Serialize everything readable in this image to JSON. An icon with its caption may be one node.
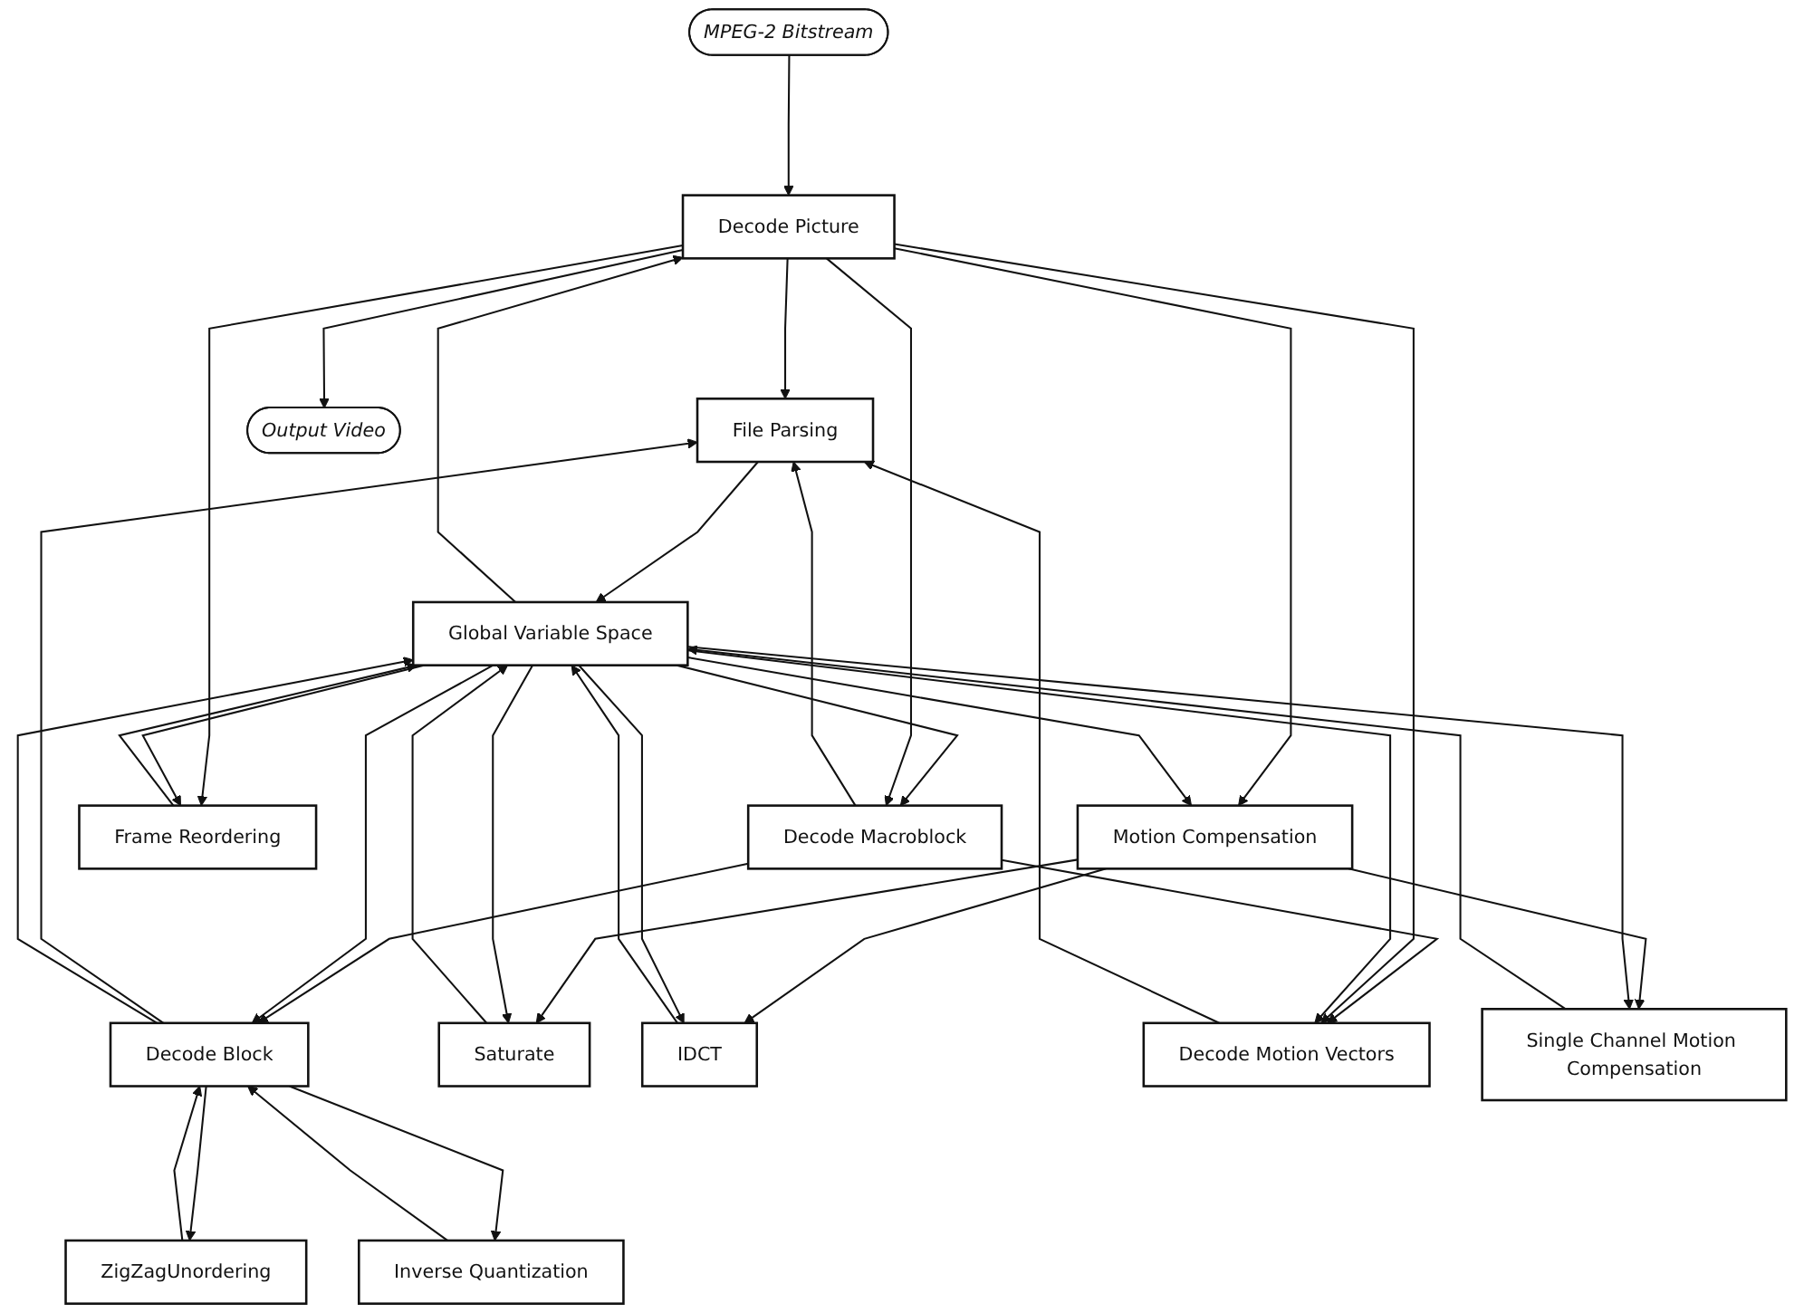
{
  "diagram": {
    "nodes": [
      {
        "text": [
          "MPEG-2 Bitstream"
        ]
      },
      {
        "text": [
          "Decode Picture"
        ]
      },
      {
        "text": [
          "File Parsing"
        ]
      },
      {
        "text": [
          "Decode Macroblock"
        ]
      },
      {
        "text": [
          "Decode Block"
        ]
      },
      {
        "text": [
          "ZigZagUnordering"
        ]
      },
      {
        "text": [
          "Inverse Quantization"
        ]
      },
      {
        "text": [
          "Global Variable Space"
        ]
      },
      {
        "text": [
          "Motion Compensation"
        ]
      },
      {
        "text": [
          "Saturate"
        ]
      },
      {
        "text": [
          "IDCT"
        ]
      },
      {
        "text": [
          "Decode Motion Vectors"
        ]
      },
      {
        "text": [
          "Single Channel Motion Compensation"
        ]
      },
      {
        "text": [
          "Frame Reordering"
        ]
      },
      {
        "text": [
          "Output Video"
        ]
      }
    ],
    "edges": [
      {
        "from": 0,
        "to": 1,
        "arrow": "to"
      },
      {
        "from": 1,
        "to": 2,
        "arrow": "to"
      },
      {
        "from": 2,
        "to": 7,
        "arrow": "to"
      },
      {
        "from": 7,
        "to": 1,
        "arrow": "to"
      },
      {
        "from": 7,
        "to": 3,
        "arrow": "to"
      },
      {
        "from": 1,
        "to": 3,
        "arrow": "to"
      },
      {
        "from": 3,
        "to": 2,
        "arrow": "to"
      },
      {
        "from": 11,
        "to": 2,
        "arrow": "to"
      },
      {
        "from": 4,
        "to": 2,
        "arrow": "to"
      },
      {
        "from": 3,
        "to": 4,
        "arrow": "to"
      },
      {
        "from": 4,
        "to": 5,
        "arrow": "to"
      },
      {
        "from": 5,
        "to": 4,
        "arrow": "to"
      },
      {
        "from": 4,
        "to": 6,
        "arrow": "to"
      },
      {
        "from": 6,
        "to": 4,
        "arrow": "to"
      },
      {
        "from": 4,
        "to": 7,
        "arrow": "to"
      },
      {
        "from": 7,
        "to": 4,
        "arrow": "to"
      },
      {
        "from": 3,
        "to": 11,
        "arrow": "to"
      },
      {
        "from": 1,
        "to": 8,
        "arrow": "to"
      },
      {
        "from": 7,
        "to": 8,
        "arrow": "to"
      },
      {
        "from": 8,
        "to": 9,
        "arrow": "to"
      },
      {
        "from": 9,
        "to": 7,
        "arrow": "to"
      },
      {
        "from": 7,
        "to": 9,
        "arrow": "to"
      },
      {
        "from": 8,
        "to": 10,
        "arrow": "to"
      },
      {
        "from": 10,
        "to": 7,
        "arrow": "to"
      },
      {
        "from": 7,
        "to": 10,
        "arrow": "to"
      },
      {
        "from": 1,
        "to": 11,
        "arrow": "to"
      },
      {
        "from": 8,
        "to": 12,
        "arrow": "to"
      },
      {
        "from": 12,
        "to": 7,
        "arrow": "to"
      },
      {
        "from": 7,
        "to": 12,
        "arrow": "to"
      },
      {
        "from": 7,
        "to": 11,
        "arrow": "to"
      },
      {
        "from": 1,
        "to": 13,
        "arrow": "to"
      },
      {
        "from": 13,
        "to": 7,
        "arrow": "to"
      },
      {
        "from": 7,
        "to": 13,
        "arrow": "to"
      },
      {
        "from": 1,
        "to": 14,
        "arrow": "to"
      }
    ]
  }
}
